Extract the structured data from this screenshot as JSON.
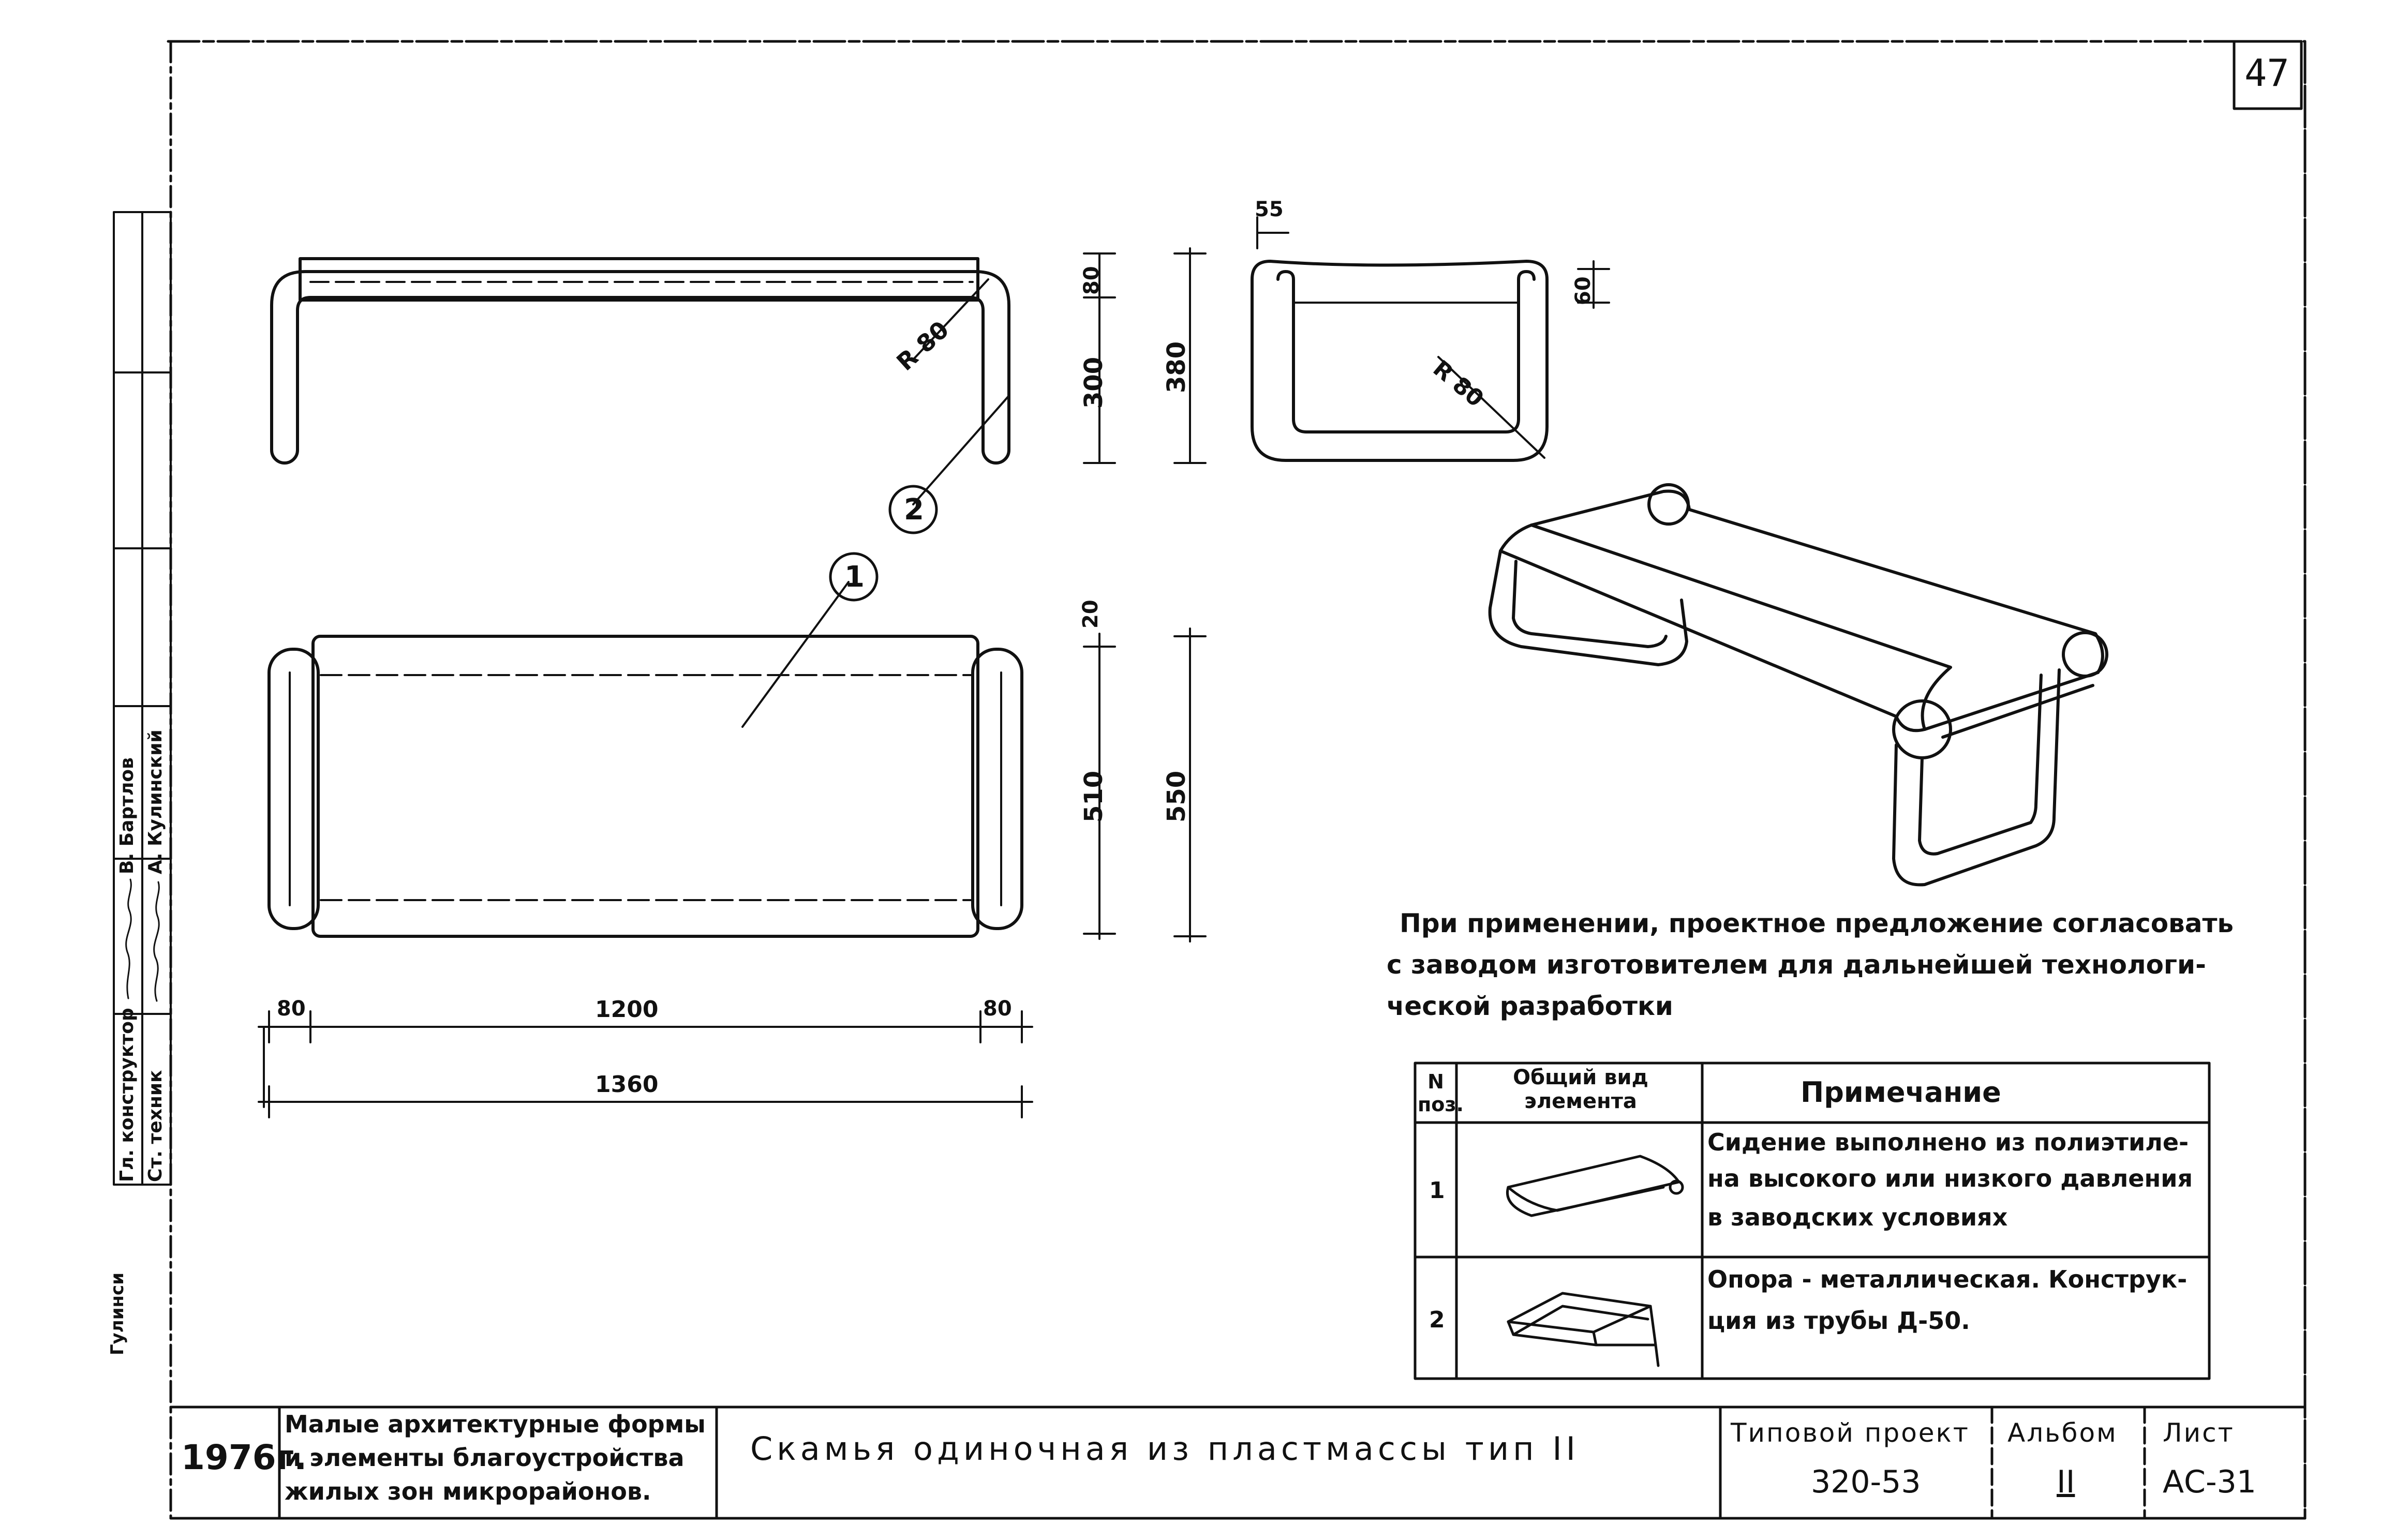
{
  "sheet_corner_number": "47",
  "position_labels": [
    "1",
    "2"
  ],
  "dimensions": {
    "elevation_r80": "R 80",
    "side_55": "55",
    "side_60": "60",
    "side_r80": "R 80",
    "elev_80": "80",
    "elev_300": "300",
    "elev_380": "380",
    "plan_20": "20",
    "plan_510": "510",
    "plan_550": "550",
    "bottom_80_left": "80",
    "bottom_1200": "1200",
    "bottom_80_right": "80",
    "bottom_1360": "1360"
  },
  "note_lines": [
    "При применении, проектное предложение согласовать",
    "с заводом изготовителем для дальнейшей технологи-",
    "ческой разработки"
  ],
  "spec_table": {
    "headers": {
      "pos": "N поз.",
      "view": "Общий вид элемента",
      "note": "Примечание"
    },
    "rows": [
      {
        "pos": "1",
        "note_lines": [
          "Сидение выполнено из полиэтиле-",
          "на высокого или низкого давления",
          "в заводских условиях"
        ]
      },
      {
        "pos": "2",
        "note_lines": [
          "Опора - металлическая. Конструк-",
          "ция из трубы Д-50."
        ]
      }
    ]
  },
  "side_stamp": {
    "roles": [
      "Гл. конструктор",
      "Ст. техник"
    ],
    "names": [
      "В. Бартлов",
      "А. Кулинский"
    ],
    "signatures": [
      "signature-1",
      "signature-2"
    ],
    "margin_mark": "Гулинси"
  },
  "title_block": {
    "year": "1976г.",
    "series_lines": [
      "Малые архитектурные формы",
      "и элементы благоустройства",
      "жилых зон микрорайонов."
    ],
    "title": "Скамья одиночная из пластмассы тип II",
    "project_label": "Типовой проект",
    "project_number": "320-53",
    "album_label": "Альбом",
    "album_number": "II",
    "sheet_label": "Лист",
    "sheet_number": "АС-31"
  }
}
